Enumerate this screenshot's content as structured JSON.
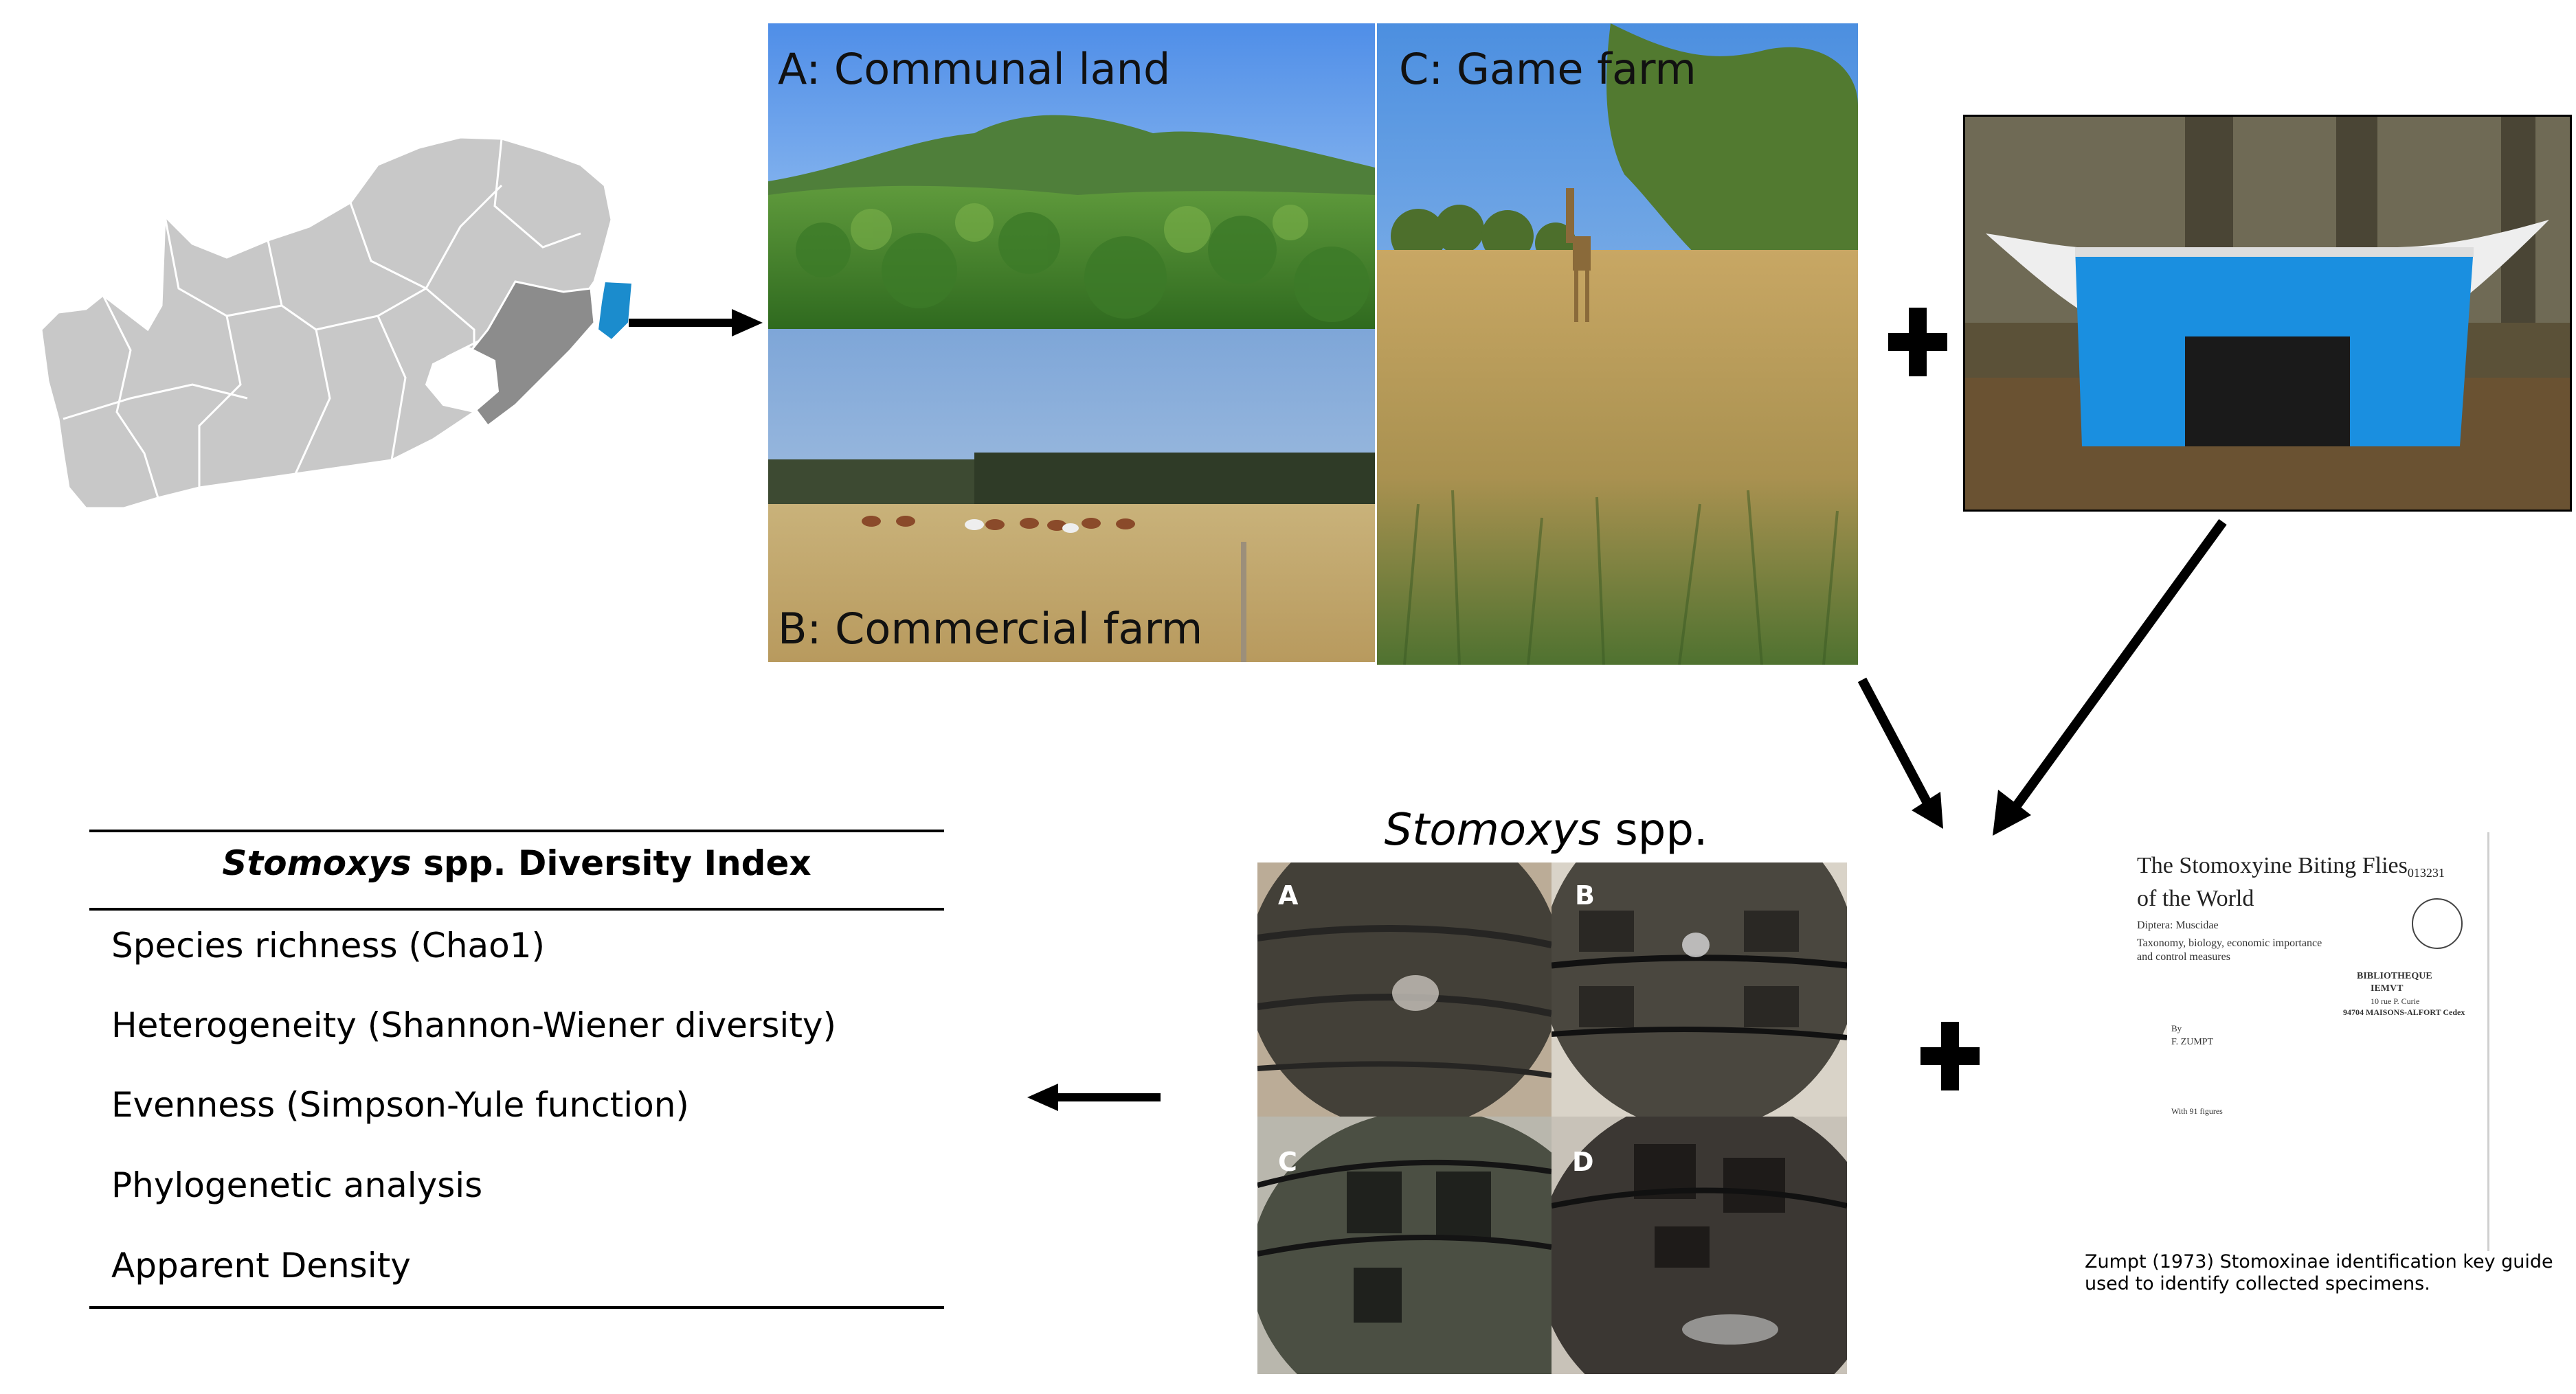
{
  "photos": {
    "a_label": "A: Communal land",
    "b_label": "B: Commercial farm",
    "c_label": "C: Game farm"
  },
  "flies": {
    "title_italic": "Stomoxys",
    "title_rest": " spp.",
    "panels": [
      "A",
      "B",
      "C",
      "D"
    ]
  },
  "book": {
    "title_line1": "The Stomoxyine Biting Flies",
    "title_number": "013231",
    "title_line2": "of the World",
    "diptera": "Diptera: Muscidae",
    "subtitle_line1": "Taxonomy, biology, economic importance",
    "subtitle_line2": "and control measures",
    "library_line1": "BIBLIOTHEQUE",
    "library_line2": "IEMVT",
    "library_line3": "10 rue P. Curie",
    "library_line4": "94704 MAISONS-ALFORT Cedex",
    "by": "By",
    "author": "F. ZUMPT",
    "figures": "With 91 figures",
    "caption": "Zumpt (1973) Stomoxinae identification key guide used to identify collected specimens."
  },
  "table": {
    "header_italic": "Stomoxys",
    "header_rest": " spp. Diversity Index",
    "rows": [
      "Species richness (Chao1)",
      "Heterogeneity (Shannon-Wiener diversity)",
      "Evenness (Simpson-Yule function)",
      "Phylogenetic analysis",
      "Apparent Density"
    ]
  },
  "colors": {
    "map_gray": "#c8c8c8",
    "province_dark": "#8c8c8c",
    "district_blue": "#1b8ccd",
    "trap_blue": "#1a8fe0",
    "arrow": "#000000"
  }
}
